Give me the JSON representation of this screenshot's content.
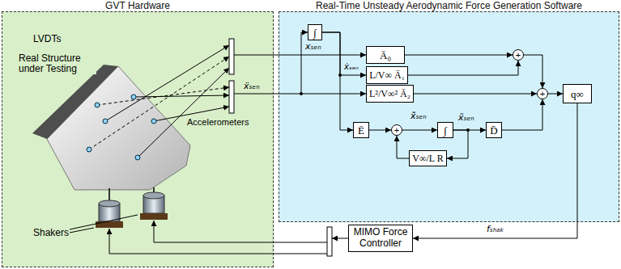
{
  "diagram": {
    "nodes": [
      {
        "text": [
          "GVT Hardware"
        ]
      },
      {
        "text": [
          "Real-Time Unsteady Aerodynamic Force Generation Software"
        ]
      },
      {
        "text": [
          "∫"
        ],
        "in": 1
      },
      {
        "text": [
          "Ā₀"
        ],
        "in": 1
      },
      {
        "text": [
          "L/V∞ Ā₁"
        ],
        "in": 1
      },
      {
        "text": [
          "+"
        ],
        "in": 1
      },
      {
        "text": [
          "L²/V∞² Ā₂"
        ],
        "in": 1
      },
      {
        "text": [
          "+"
        ],
        "in": 1
      },
      {
        "text": [
          "q∞"
        ],
        "in": 1
      },
      {
        "text": [
          "Ē"
        ],
        "in": 1
      },
      {
        "text": [
          "+"
        ],
        "in": 1
      },
      {
        "text": [
          "∫"
        ],
        "in": 1
      },
      {
        "text": [
          "D̄"
        ],
        "in": 1
      },
      {
        "text": [
          "V∞/L R"
        ],
        "in": 1
      },
      {
        "text": [
          "MIMO Force Controller"
        ]
      }
    ],
    "edges": [
      {
        "from": 2,
        "to": 4,
        "arrow": "to"
      },
      {
        "from": 2,
        "to": 9,
        "arrow": "to"
      },
      {
        "from": 3,
        "to": 5,
        "arrow": "to"
      },
      {
        "from": 4,
        "to": 5,
        "arrow": "to"
      },
      {
        "from": 5,
        "to": 7,
        "arrow": "to"
      },
      {
        "from": 6,
        "to": 7,
        "arrow": "to"
      },
      {
        "from": 12,
        "to": 7,
        "arrow": "to"
      },
      {
        "from": 7,
        "to": 8,
        "arrow": "to"
      },
      {
        "from": 9,
        "to": 10,
        "arrow": "to"
      },
      {
        "from": 10,
        "to": 11,
        "arrow": "to"
      },
      {
        "from": 11,
        "to": 12,
        "arrow": "to"
      },
      {
        "from": 11,
        "to": 13,
        "arrow": "to"
      },
      {
        "from": 13,
        "to": 10,
        "arrow": "to"
      },
      {
        "from": 8,
        "to": 14,
        "label": "fₛₕₐₖ",
        "arrow": "to"
      }
    ],
    "labels": [
      "LVDTs",
      "Real Structure under Testing",
      "Accelerometers",
      "Shakers",
      "xₛₑₙ",
      "ẋₛₑₙ",
      "ẍₛₑₙ",
      "x̃̇ₛₑₙ",
      "x̃ₛₑₙ"
    ]
  }
}
